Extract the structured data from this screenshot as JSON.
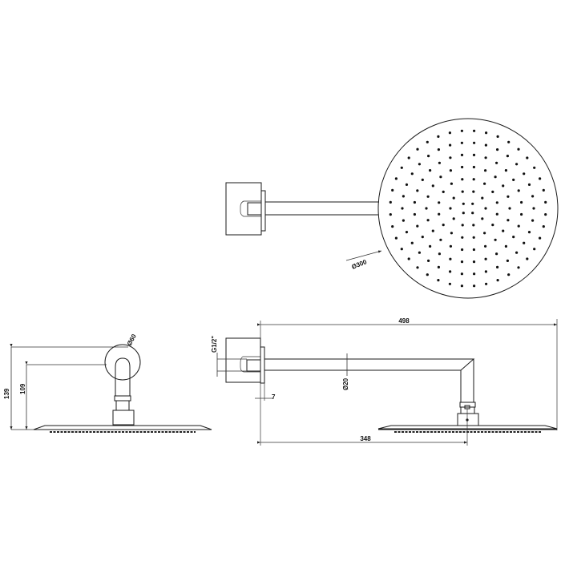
{
  "drawing": {
    "subject": "Wall-mounted round shower head with arm",
    "views": [
      {
        "id": "top-view",
        "name": "Plan view"
      },
      {
        "id": "front-view",
        "name": "Front elevation"
      },
      {
        "id": "side-view",
        "name": "Side elevation"
      }
    ],
    "dimensions": {
      "head_diameter": "Ø300",
      "rosette_diameter": "Ø60",
      "overall_height": "139",
      "arm_height": "109",
      "thread": "G1/2\"",
      "arm_diameter": "Ø20",
      "flange_offset": "7",
      "overall_projection": "498",
      "head_center_projection": "348"
    },
    "colors": {
      "line": "#1a1a1a",
      "background": "#ffffff"
    }
  }
}
